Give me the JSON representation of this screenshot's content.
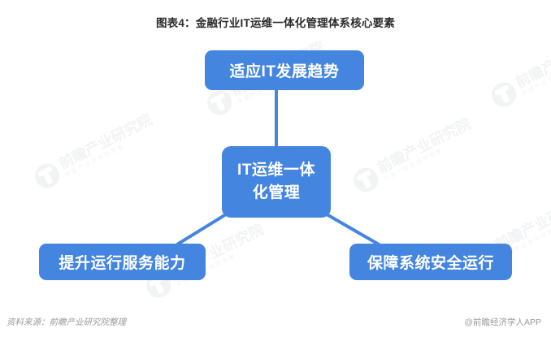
{
  "title": "图表4：金融行业IT运维一体化管理体系核心要素",
  "colors": {
    "node_fill": "#4485e0",
    "node_text": "#ffffff",
    "connector": "#4485e0",
    "title_text": "#2b2b2b",
    "footer_text": "#9a9a9a",
    "background": "#ffffff",
    "watermark": "#f2f3f5"
  },
  "diagram": {
    "type": "hub-and-spoke",
    "center": {
      "id": "center",
      "label": "IT运维一体化管理",
      "line1": "IT运维一体",
      "line2": "化管理"
    },
    "nodes": [
      {
        "id": "top",
        "label": "适应IT发展趋势",
        "position": "top"
      },
      {
        "id": "bottom-left",
        "label": "提升运行服务能力",
        "position": "bottom-left"
      },
      {
        "id": "bottom-right",
        "label": "保障系统安全运行",
        "position": "bottom-right"
      }
    ],
    "connectors": [
      {
        "from": "center",
        "to": "top",
        "style": "straight-vertical"
      },
      {
        "from": "center",
        "to": "bottom-left",
        "style": "straight-diagonal"
      },
      {
        "from": "center",
        "to": "bottom-right",
        "style": "straight-diagonal"
      }
    ]
  },
  "watermarks": [
    {
      "main": "前瞻产业研究院",
      "sub": "中国产业咨询领导者",
      "logo": true
    },
    {
      "main": "前瞻产业研究院",
      "sub": "中国产业咨询领导者",
      "logo": true
    },
    {
      "main": "前瞻产业研究院",
      "sub": "中国产业咨询领导者",
      "logo": true
    },
    {
      "main": "前瞻产业研究院",
      "sub": "中国产业咨询领导者",
      "logo": true
    },
    {
      "main": "前瞻产业研究院",
      "sub": "中国产业咨询领导者",
      "logo": true
    },
    {
      "main": "前瞻产业研究院",
      "sub": "中国产业咨询领导者",
      "logo": true
    }
  ],
  "footer": {
    "source": "资料来源：前瞻产业研究院整理",
    "brand": "@前瞻经济学人APP"
  }
}
